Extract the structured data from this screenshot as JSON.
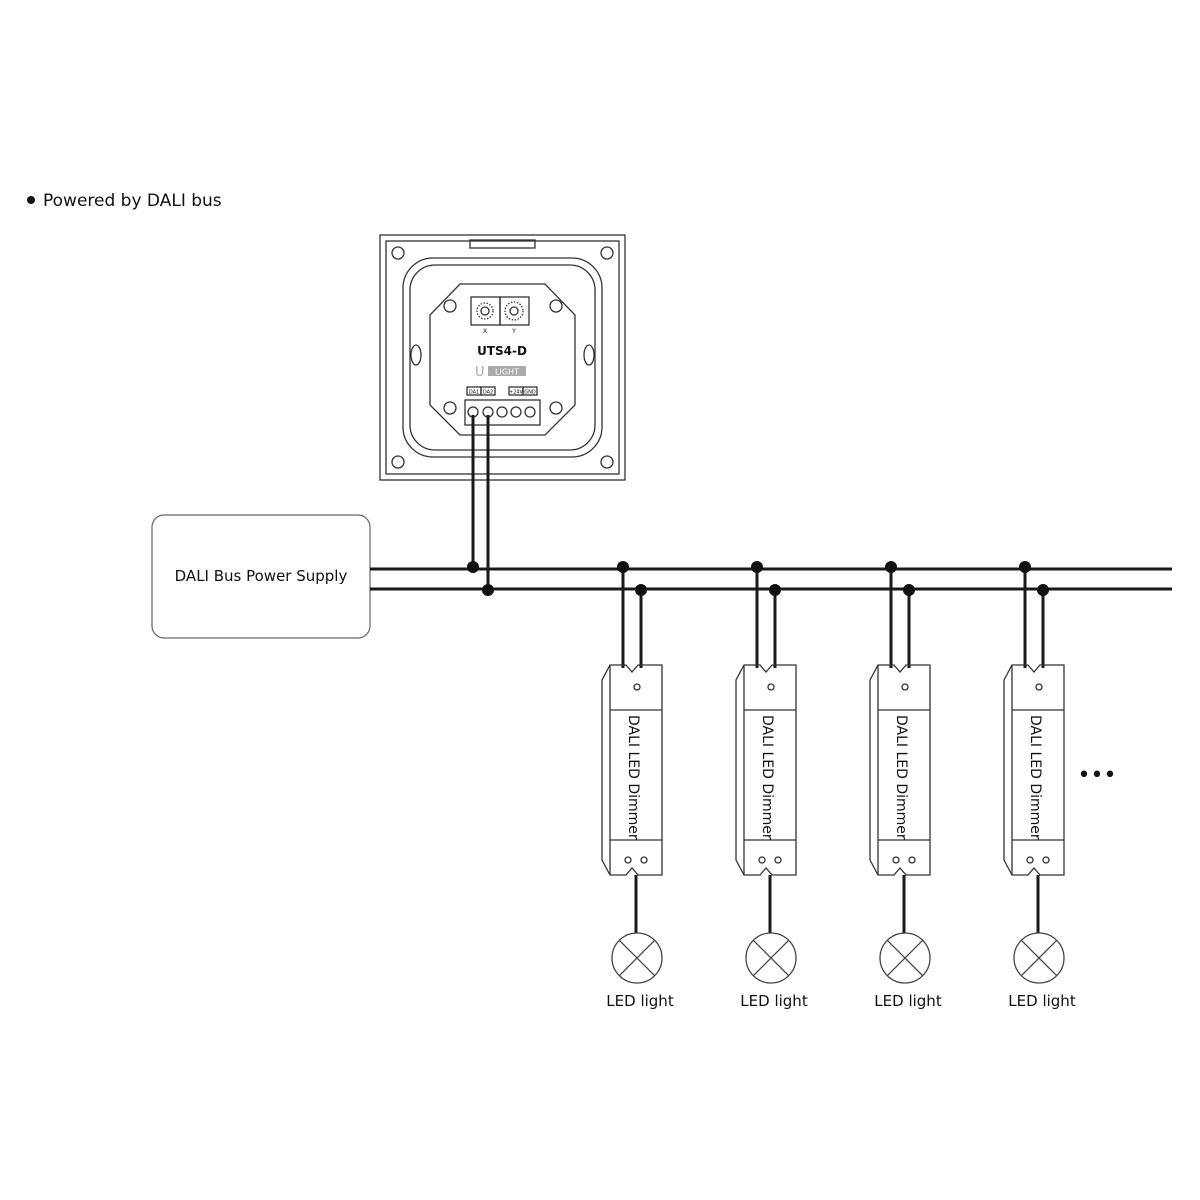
{
  "caption": "Powered by DALI bus",
  "switch": {
    "model": "UTS4-D",
    "brand": "LIGHT",
    "brand_prefix": "U",
    "dial_x": "X",
    "dial_y": "Y",
    "terminals": [
      "DA1",
      "DA2",
      "+24V",
      "GND"
    ]
  },
  "power_supply": {
    "label": "DALI Bus Power Supply"
  },
  "dimmers": [
    {
      "label": "DALI LED Dimmer",
      "lamp": "LED light"
    },
    {
      "label": "DALI LED Dimmer",
      "lamp": "LED light"
    },
    {
      "label": "DALI LED Dimmer",
      "lamp": "LED light"
    },
    {
      "label": "DALI LED Dimmer",
      "lamp": "LED light"
    }
  ],
  "more_indicator": "•••",
  "colors": {
    "wire": "#1a1a1a",
    "outline": "#333333"
  }
}
